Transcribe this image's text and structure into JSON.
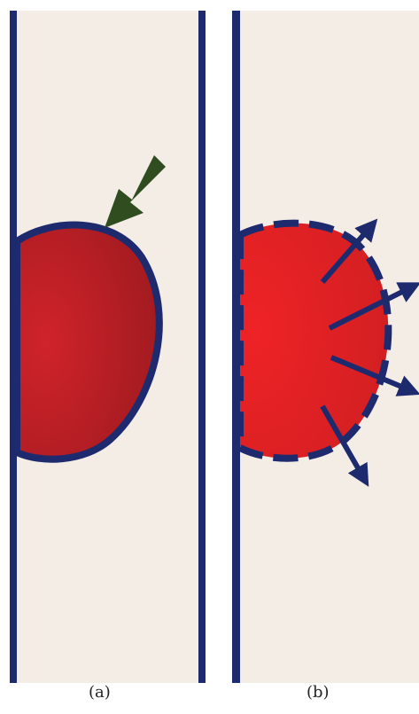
{
  "panels": [
    {
      "id": "a",
      "label": "(a)"
    },
    {
      "id": "b",
      "label": "(b)"
    }
  ],
  "colors": {
    "background": "#f3ede6",
    "wall": "#1e2a6e",
    "blob": "#b01e22",
    "blob_center": "#d91f22",
    "inward_arrow": "#2f4d1e",
    "outward_arrows": "#1e2a6e"
  }
}
